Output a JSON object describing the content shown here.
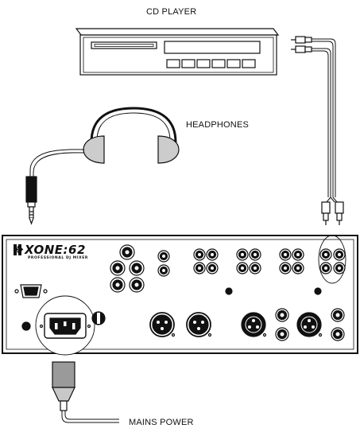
{
  "labels": {
    "cd_player": "CD PLAYER",
    "headphones": "HEADPHONES",
    "mains_power": "MAINS POWER"
  },
  "brand": {
    "logo": "❖XONE:62",
    "tagline": "PROFESSIONAL DJ MIXER"
  }
}
